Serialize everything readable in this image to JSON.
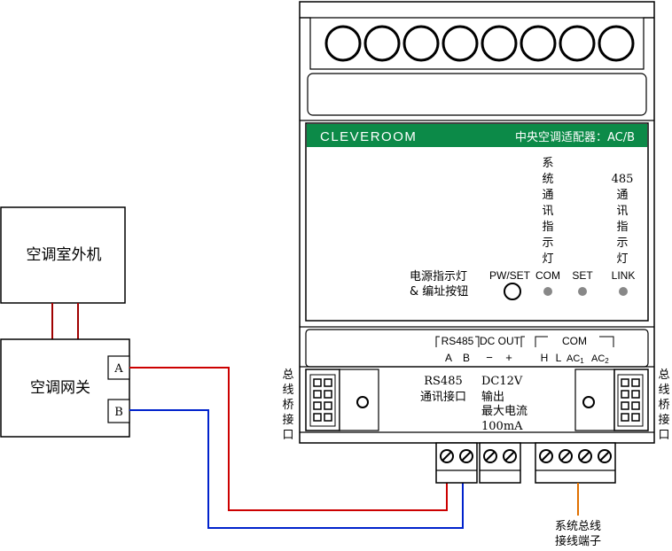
{
  "outdoor_unit": {
    "label": "空调室外机"
  },
  "gateway": {
    "label": "空调网关",
    "port_a": "A",
    "port_b": "B"
  },
  "module": {
    "brand": "CLEVEROOM",
    "model": "中央空调适配器：AC/B",
    "system_led_label": [
      "系",
      "统",
      "通",
      "讯",
      "指",
      "示",
      "灯"
    ],
    "rs485_led_label": [
      "485",
      "通",
      "讯",
      "指",
      "示",
      "灯"
    ],
    "power_label_line1": "电源指示灯",
    "power_label_line2": "& 编址按钮",
    "pwset": "PW/SET",
    "com": "COM",
    "set": "SET",
    "link": "LINK",
    "term_rs485": "RS485",
    "term_a": "A",
    "term_b": "B",
    "term_dcout": "DC OUT",
    "term_minus": "−",
    "term_plus": "+",
    "term_com": "COM",
    "term_h": "H",
    "term_l": "L",
    "term_ac1": "AC",
    "term_ac1_sub": "1",
    "term_ac2": "AC",
    "term_ac2_sub": "2",
    "rs485_desc_1": "RS485",
    "rs485_desc_2": "通讯接口",
    "dc_desc_1": "DC12V",
    "dc_desc_2": "输出",
    "dc_desc_3": "最大电流",
    "dc_desc_4": "100mA"
  },
  "bus_bridge_left": [
    "总",
    "线",
    "桥",
    "接",
    "口"
  ],
  "bus_bridge_right": [
    "总",
    "线",
    "桥",
    "接",
    "口"
  ],
  "system_bus_label_1": "系统总线",
  "system_bus_label_2": "接线端子",
  "colors": {
    "green": "#0c8a48",
    "red": "#cc0000",
    "blue": "#0022cc",
    "orange": "#e07000"
  }
}
